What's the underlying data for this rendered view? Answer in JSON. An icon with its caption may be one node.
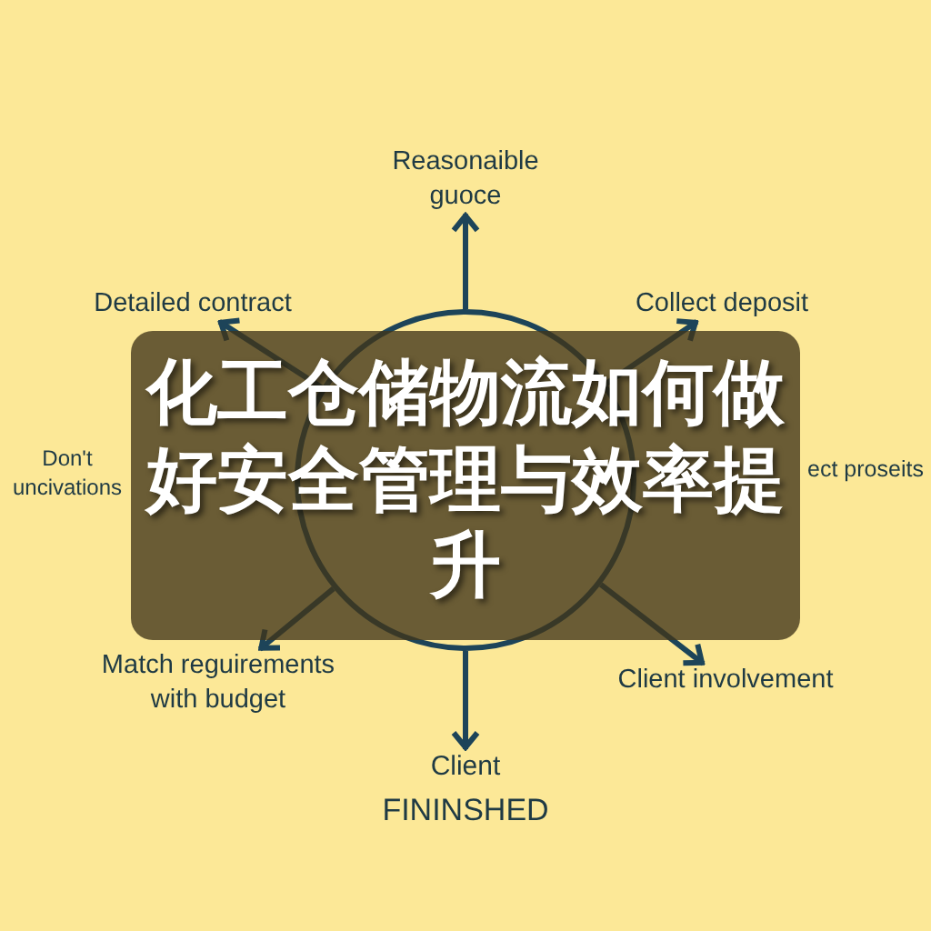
{
  "diagram": {
    "title": "化工仓储物流如何做好安全管理与效率提升",
    "nodes": [
      {
        "text": [
          "Reasonaible guoce"
        ]
      },
      {
        "text": [
          "Detailed contract"
        ]
      },
      {
        "text": [
          "Collect deposit"
        ]
      },
      {
        "text": [
          "Don't uncivations"
        ]
      },
      {
        "text": [],
        "shape": "circle"
      },
      {
        "text": [
          "ect proseits"
        ]
      },
      {
        "text": [
          "Match reguirements with budget"
        ]
      },
      {
        "text": [
          "Client involvement"
        ]
      },
      {
        "text": [
          "Client",
          "FININSHED"
        ]
      }
    ],
    "edges": [
      {
        "from": 4,
        "to": 0,
        "arrow": "to"
      },
      {
        "from": 4,
        "to": 1,
        "arrow": "to"
      },
      {
        "from": 4,
        "to": 2,
        "arrow": "to"
      },
      {
        "from": 4,
        "to": 6,
        "arrow": "to"
      },
      {
        "from": 4,
        "to": 7,
        "arrow": "to"
      },
      {
        "from": 4,
        "to": 8,
        "arrow": "to"
      }
    ]
  }
}
